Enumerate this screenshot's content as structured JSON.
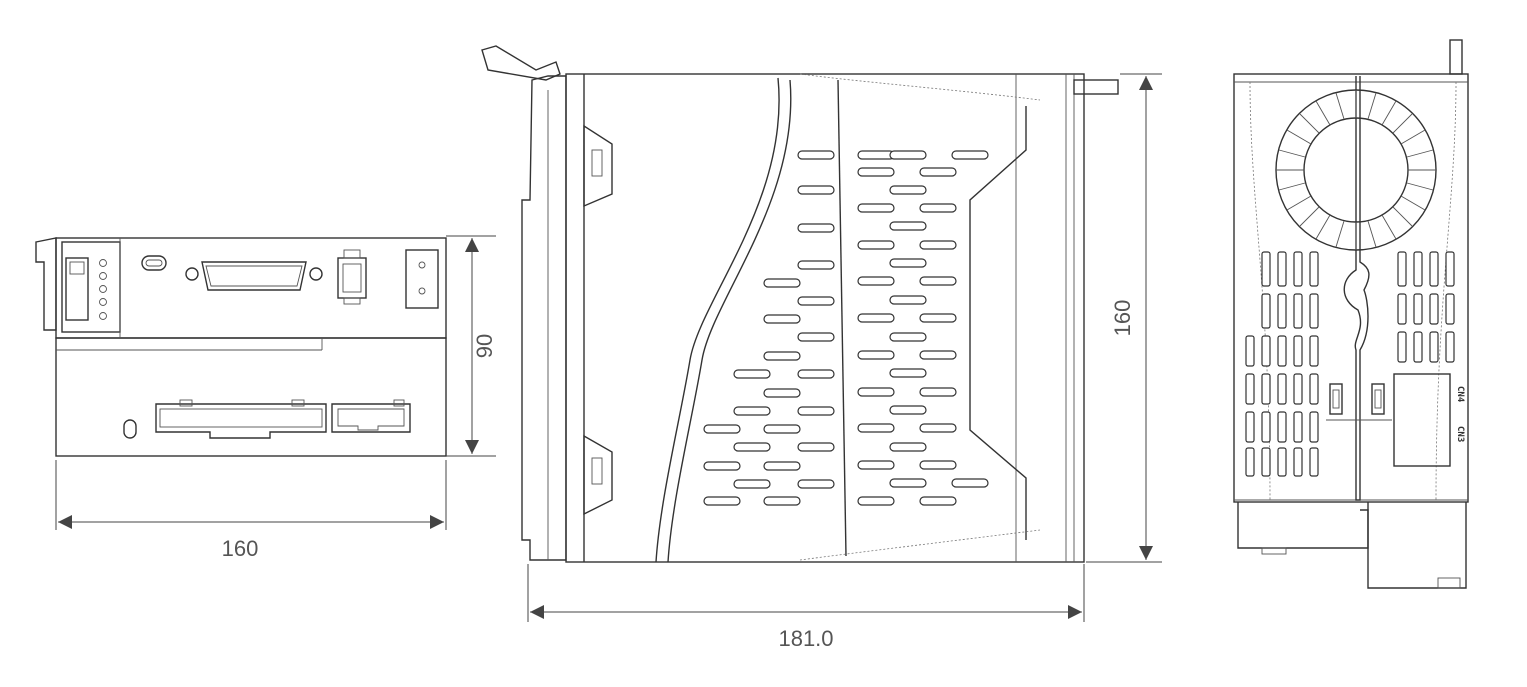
{
  "front_view": {
    "width_label": "160",
    "height_label": "90"
  },
  "side_view": {
    "depth_label": "181.0",
    "height_label": "160"
  },
  "end_view": {
    "connector_labels": [
      "CN4",
      "CN3"
    ]
  },
  "colors": {
    "line": "#333333",
    "dimension_text": "#555555",
    "background": "#ffffff"
  }
}
